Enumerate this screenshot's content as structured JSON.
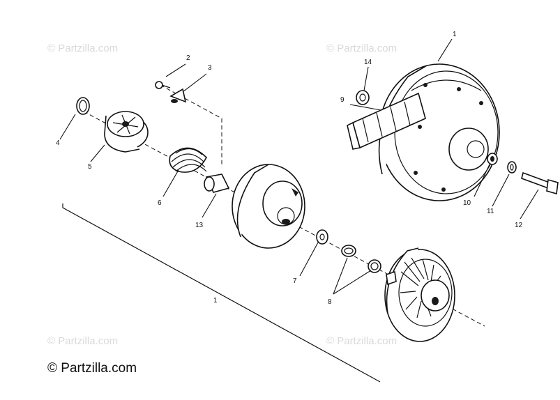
{
  "watermarks": [
    "© Partzilla.com",
    "© Partzilla.com",
    "© Partzilla.com",
    "© Partzilla.com"
  ],
  "copyright": "© Partzilla.com",
  "callouts": {
    "c1_top": "1",
    "c1_bottom": "1",
    "c2": "2",
    "c3": "3",
    "c4": "4",
    "c5": "5",
    "c6": "6",
    "c7": "7",
    "c8": "8",
    "c9": "9",
    "c10": "10",
    "c11": "11",
    "c12": "12",
    "c13": "13",
    "c14": "14"
  }
}
